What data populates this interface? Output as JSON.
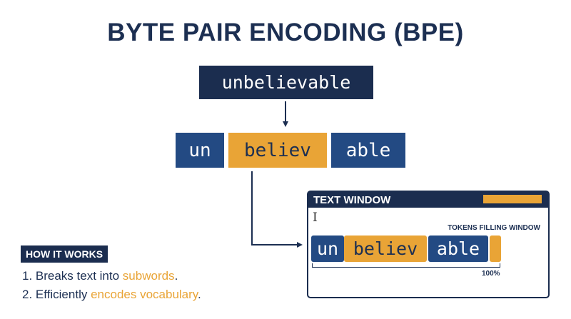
{
  "title": "BYTE PAIR ENCODING (BPE)",
  "input_word": "unbelievable",
  "tokens": [
    "un",
    "believ",
    "able"
  ],
  "colors": {
    "navy": "#1b2d4f",
    "blue": "#234a83",
    "orange": "#e9a436"
  },
  "text_window": {
    "title": "TEXT WINDOW",
    "label": "TOKENS FILLING WINDOW",
    "tokens": [
      "un",
      "believ",
      "able"
    ],
    "fill_percent": "100%",
    "progress_fraction": 1.0,
    "cursor_icon": "text-cursor-icon"
  },
  "how_it_works": {
    "heading": "HOW IT WORKS",
    "steps": [
      {
        "prefix": "1. Breaks text into ",
        "highlight": "subwords",
        "suffix": "."
      },
      {
        "prefix": "2. Efficiently ",
        "highlight": "encodes vocabulary",
        "suffix": "."
      }
    ]
  }
}
